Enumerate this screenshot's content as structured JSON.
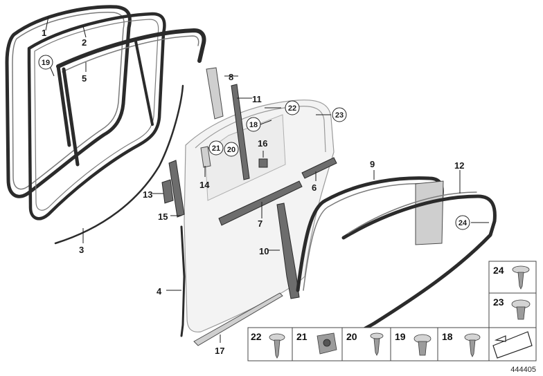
{
  "diagram_number": "444405",
  "callouts": [
    {
      "id": "c1",
      "label": "1"
    },
    {
      "id": "c2",
      "label": "2"
    },
    {
      "id": "c3",
      "label": "3"
    },
    {
      "id": "c4",
      "label": "4"
    },
    {
      "id": "c5",
      "label": "5"
    },
    {
      "id": "c6",
      "label": "6"
    },
    {
      "id": "c7",
      "label": "7"
    },
    {
      "id": "c8",
      "label": "8"
    },
    {
      "id": "c9",
      "label": "9"
    },
    {
      "id": "c10",
      "label": "10"
    },
    {
      "id": "c11",
      "label": "11"
    },
    {
      "id": "c12",
      "label": "12"
    },
    {
      "id": "c13",
      "label": "13"
    },
    {
      "id": "c14",
      "label": "14"
    },
    {
      "id": "c15",
      "label": "15"
    },
    {
      "id": "c16",
      "label": "16"
    },
    {
      "id": "c17",
      "label": "17"
    }
  ],
  "circled_callouts": [
    {
      "id": "k19",
      "label": "19"
    },
    {
      "id": "k22",
      "label": "22"
    },
    {
      "id": "k23",
      "label": "23"
    },
    {
      "id": "k18",
      "label": "18"
    },
    {
      "id": "k21",
      "label": "21"
    },
    {
      "id": "k20",
      "label": "20"
    },
    {
      "id": "k24",
      "label": "24"
    }
  ],
  "fastener_table": {
    "bottom_row": [
      "22",
      "21",
      "20",
      "19",
      "18"
    ],
    "side_column": [
      "24",
      "23"
    ]
  }
}
